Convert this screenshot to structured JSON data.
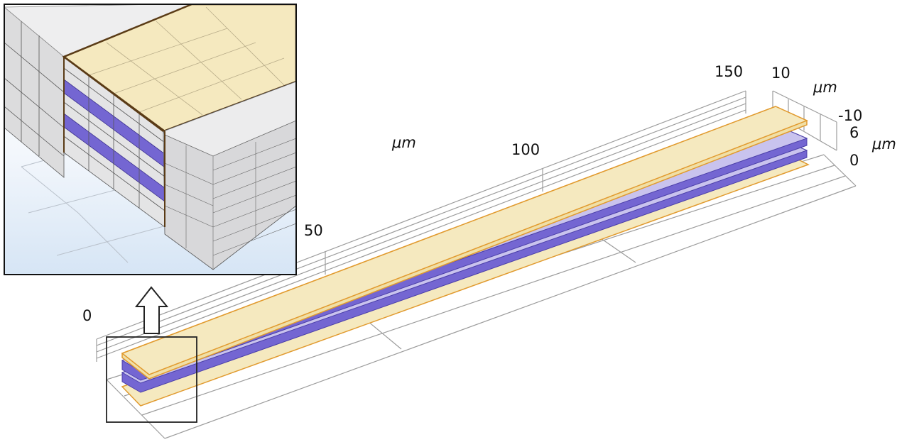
{
  "axes": {
    "x_ticks": [
      "0",
      "50",
      "100",
      "150"
    ],
    "x_unit": "μm",
    "y_ticks": [
      "10",
      "-10"
    ],
    "y_unit": "μm",
    "z_ticks": [
      "6",
      "0"
    ],
    "z_unit": "μm"
  },
  "colors": {
    "electrode_fill": "#f5e9bf",
    "electrode_edge": "#e19a2e",
    "layer_dark": "#7466d2",
    "layer_light": "#c9c3ee",
    "mesh_fill": "#e9e9ea",
    "inset_bg": "#dfeaf6",
    "grid": "#9a9a9a"
  },
  "inset": {
    "description_icon": "zoom-arrow-icon"
  }
}
